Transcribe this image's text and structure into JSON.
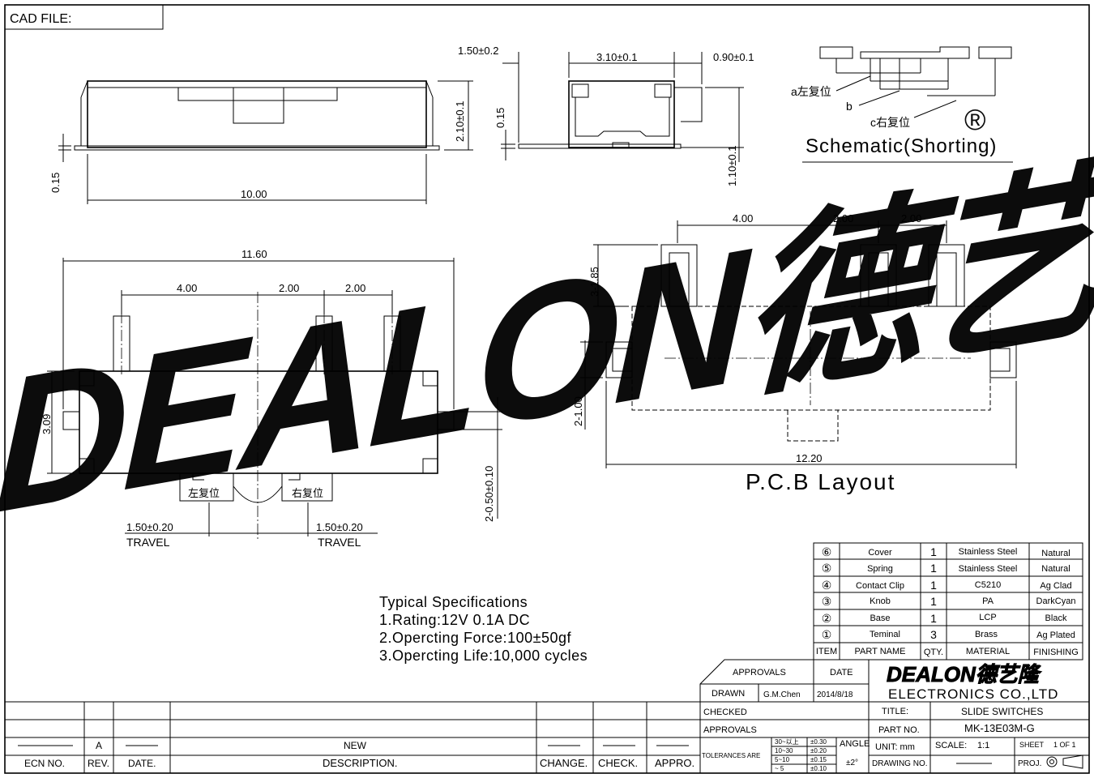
{
  "header": {
    "cad_file_label": "CAD FILE:"
  },
  "dimensions": {
    "top_view": {
      "width": "10.00",
      "height": "2.10±0.1",
      "base": "0.15"
    },
    "side_view": {
      "left_offset": "1.50±0.2",
      "inner": "3.10±0.1",
      "right": "0.90±0.1",
      "base": "0.15",
      "pin": "1.10±0.1"
    },
    "front_view": {
      "overall": "11.60",
      "pitch_a": "4.00",
      "pitch_b": "2.00",
      "pitch_c": "2.00",
      "height": "3.09",
      "pin_len": "2-0.50±0.10",
      "travel_left": "1.50±0.20",
      "travel_right": "1.50±0.20",
      "travel_label": "TRAVEL",
      "left_reset": "左复位",
      "right_reset": "右复位"
    },
    "pcb": {
      "pitch_a": "4.00",
      "pitch_b": "2.00",
      "pitch_c": "2.00",
      "pad_h": "3-1.85",
      "side_pad": "2-1.00",
      "width": "12.20"
    }
  },
  "schematic": {
    "title": "Schematic(Shorting)",
    "a_label": "a左复位",
    "b_label": "b",
    "c_label": "c右复位"
  },
  "pcb_title": "P.C.B  Layout",
  "watermark": {
    "text": "DEALON德艺隆",
    "registered": "®",
    "color": "#33dde8"
  },
  "specs": {
    "heading": "Typical Specifications",
    "lines": [
      "1.Rating:12V 0.1A DC",
      "2.Opercting Force:100±50gf",
      "3.Opercting Life:10,000 cycles"
    ]
  },
  "bom": {
    "rows": [
      {
        "item": "⑥",
        "name": "Cover",
        "qty": "1",
        "material": "Stainless Steel",
        "finishing": "Natural"
      },
      {
        "item": "⑤",
        "name": "Spring",
        "qty": "1",
        "material": "Stainless Steel",
        "finishing": "Natural"
      },
      {
        "item": "④",
        "name": "Contact Clip",
        "qty": "1",
        "material": "C5210",
        "finishing": "Ag Clad"
      },
      {
        "item": "③",
        "name": "Knob",
        "qty": "1",
        "material": "PA",
        "finishing": "DarkCyan"
      },
      {
        "item": "②",
        "name": "Base",
        "qty": "1",
        "material": "LCP",
        "finishing": "Black"
      },
      {
        "item": "①",
        "name": "Teminal",
        "qty": "3",
        "material": "Brass",
        "finishing": "Ag Plated"
      }
    ],
    "header": {
      "item": "ITEM",
      "name": "PART NAME",
      "qty": "QTY.",
      "material": "MATERIAL",
      "finishing": "FINISHING"
    }
  },
  "title_block": {
    "approvals": "APPROVALS",
    "date": "DATE",
    "drawn": "DRAWN",
    "drawn_by": "G.M.Chen",
    "drawn_date": "2014/8/18",
    "checked": "CHECKED",
    "approvals2": "APPROVALS",
    "company_logo": "DEALON德艺隆",
    "company_name": "ELECTRONICS CO.,LTD",
    "title_label": "TITLE:",
    "title_value": "SLIDE SWITCHES",
    "part_no_label": "PART NO.",
    "part_no_value": "MK-13E03M-G",
    "tolerances": "TOLERANCES ARE",
    "tol_ranges": [
      "30~以上",
      "10~30",
      "5~10",
      "~ 5"
    ],
    "tol_values": [
      "±0.30",
      "±0.20",
      "±0.15",
      "±0.10"
    ],
    "angle": "ANGLE",
    "angle_value": "±2°",
    "unit": "UNIT:  mm",
    "scale": "SCALE:",
    "scale_value": "1:1",
    "sheet": "SHEET",
    "sheet_value": "1  OF  1",
    "drawing_no": "DRAWING NO.",
    "proj": "PROJ."
  },
  "revision": {
    "ecn": "ECN NO.",
    "rev": "REV.",
    "date": "DATE.",
    "description": "DESCRIPTION.",
    "change": "CHANGE.",
    "check": "CHECK.",
    "appro": "APPRO.",
    "rev_value": "A",
    "desc_value": "NEW"
  }
}
